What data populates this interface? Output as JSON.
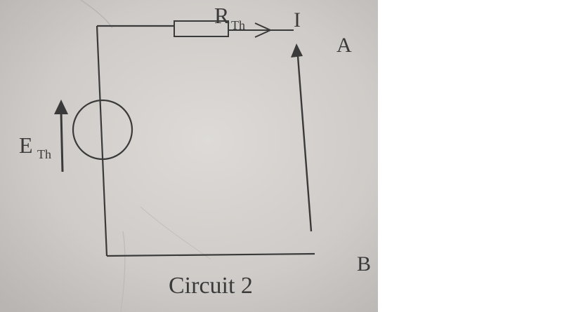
{
  "diagram": {
    "caption": "Circuit 2",
    "source_label": {
      "main": "E",
      "subscript": "Th"
    },
    "resistor_label": {
      "main": "R",
      "subscript": "Th"
    },
    "current_label": "I",
    "terminal_a": "A",
    "terminal_b": "B"
  },
  "colors": {
    "paper": "#ccc8c5",
    "ink": "#3a3a3a",
    "background": "#ffffff"
  }
}
